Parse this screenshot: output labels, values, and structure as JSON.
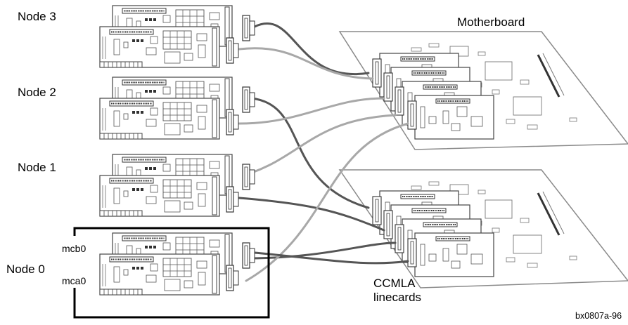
{
  "labels": {
    "node3": "Node 3",
    "node2": "Node 2",
    "node1": "Node 1",
    "node0": "Node 0",
    "mcb0": "mcb0",
    "mca0": "mca0",
    "motherboard": "Motherboard",
    "ccmla_line1": "CCMLA",
    "ccmla_line2": "linecards",
    "figure_code": "bx0807a-96"
  },
  "colors": {
    "cable_dark": "#555555",
    "cable_light": "#a8a8a8",
    "board_stroke": "#444444",
    "board_fill": "#ffffff",
    "motherboard_stroke": "#8a8a8a"
  },
  "nodes": [
    {
      "name": "node3",
      "cards": 2
    },
    {
      "name": "node2",
      "cards": 2
    },
    {
      "name": "node1",
      "cards": 2
    },
    {
      "name": "node0",
      "cards": 2,
      "highlighted": true
    }
  ],
  "motherboards": [
    {
      "name": "upper-motherboard",
      "linecards": 4
    },
    {
      "name": "lower-motherboard",
      "linecards": 4
    }
  ]
}
